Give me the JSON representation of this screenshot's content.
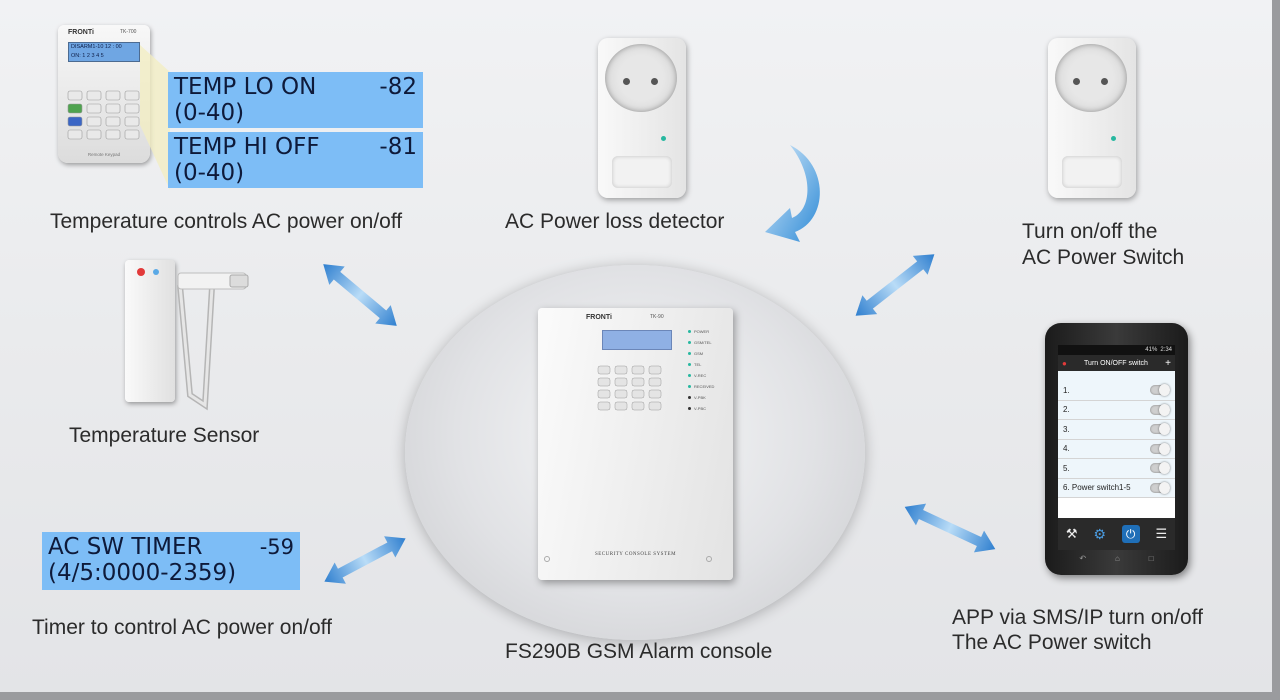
{
  "labels": {
    "temp_controls": "Temperature controls AC power on/off",
    "power_loss": "AC Power loss detector",
    "switch_line1": "Turn on/off the",
    "switch_line2": "AC Power Switch",
    "temp_sensor": "Temperature Sensor",
    "timer": "Timer to control AC power on/off",
    "console": "FS290B GSM Alarm console",
    "app_line1": "APP via SMS/IP turn on/off",
    "app_line2": "The AC Power switch"
  },
  "lcd_temp_lo": {
    "text": "TEMP LO ON",
    "code": "-82",
    "range": "(0-40)"
  },
  "lcd_temp_hi": {
    "text": "TEMP HI OFF",
    "code": "-81",
    "range": "(0-40)"
  },
  "lcd_timer": {
    "text": "AC SW TIMER",
    "code": "-59",
    "range": "(4/5:0000-2359)"
  },
  "keypad": {
    "brand": "FRONTi",
    "model": "TK-700",
    "screen_line1": "DISARM1-10 12 : 00",
    "screen_line2": "ON: 1 2 3 4 5",
    "footer": "Remote Keypad"
  },
  "console_device": {
    "brand": "FRONTi",
    "model": "TK-90",
    "caption": "SECURITY CONSOLE SYSTEM",
    "indicators": [
      "POWER",
      "GSM/TEL",
      "GSM",
      "TEL",
      "V-REC",
      "RECEIVED",
      "V-PBK",
      "V-PBC"
    ]
  },
  "phone": {
    "status_time": "2:34",
    "status_battery": "41%",
    "title": "Turn ON/OFF switch",
    "add": "+",
    "rows": [
      "1.",
      "2.",
      "3.",
      "4.",
      "5.",
      "6. Power switch1-5"
    ]
  },
  "colors": {
    "lcd_bg": "#7dbdf6",
    "arrow": "#5aa9e6",
    "label_text": "#2b2b2b"
  }
}
